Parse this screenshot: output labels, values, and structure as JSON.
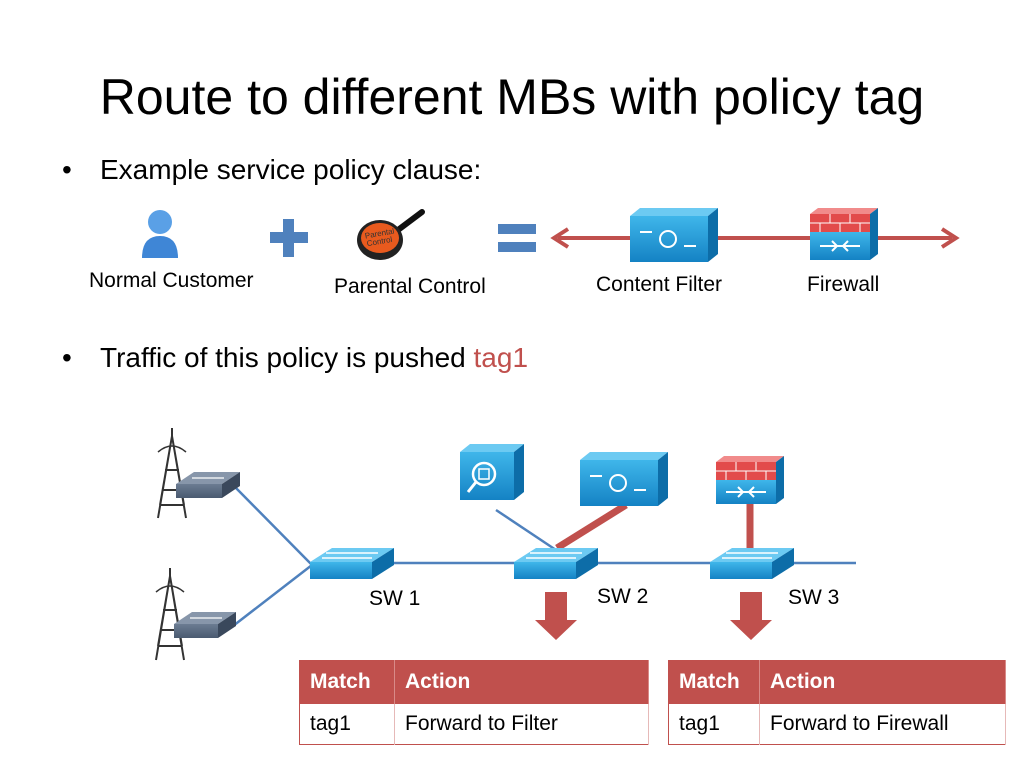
{
  "title": "Route to different MBs with policy tag",
  "bullets": [
    {
      "bullet": "•",
      "text": "Example service policy clause:"
    },
    {
      "bullet": "•",
      "text_prefix": "Traffic of this policy is pushed ",
      "text_tag": "tag1"
    }
  ],
  "policy_clause": {
    "customer_label": "Normal Customer",
    "operator_plus": "plus-icon",
    "service_label": "Parental Control",
    "service_badge": "Parental\nControl",
    "operator_equals": "equals-icon",
    "chain": [
      "Content Filter",
      "Firewall"
    ]
  },
  "network": {
    "switches": [
      "SW 1",
      "SW 2",
      "SW 3"
    ]
  },
  "flow_tables": [
    {
      "headers": [
        "Match",
        "Action"
      ],
      "rows": [
        [
          "tag1",
          "Forward to Filter"
        ]
      ]
    },
    {
      "headers": [
        "Match",
        "Action"
      ],
      "rows": [
        [
          "tag1",
          "Forward to Firewall"
        ]
      ]
    }
  ],
  "colors": {
    "accent": "#c0504d",
    "device_blue": "#1e9ad6",
    "link_blue": "#4f81bd",
    "plus_blue": "#4f81bd"
  }
}
